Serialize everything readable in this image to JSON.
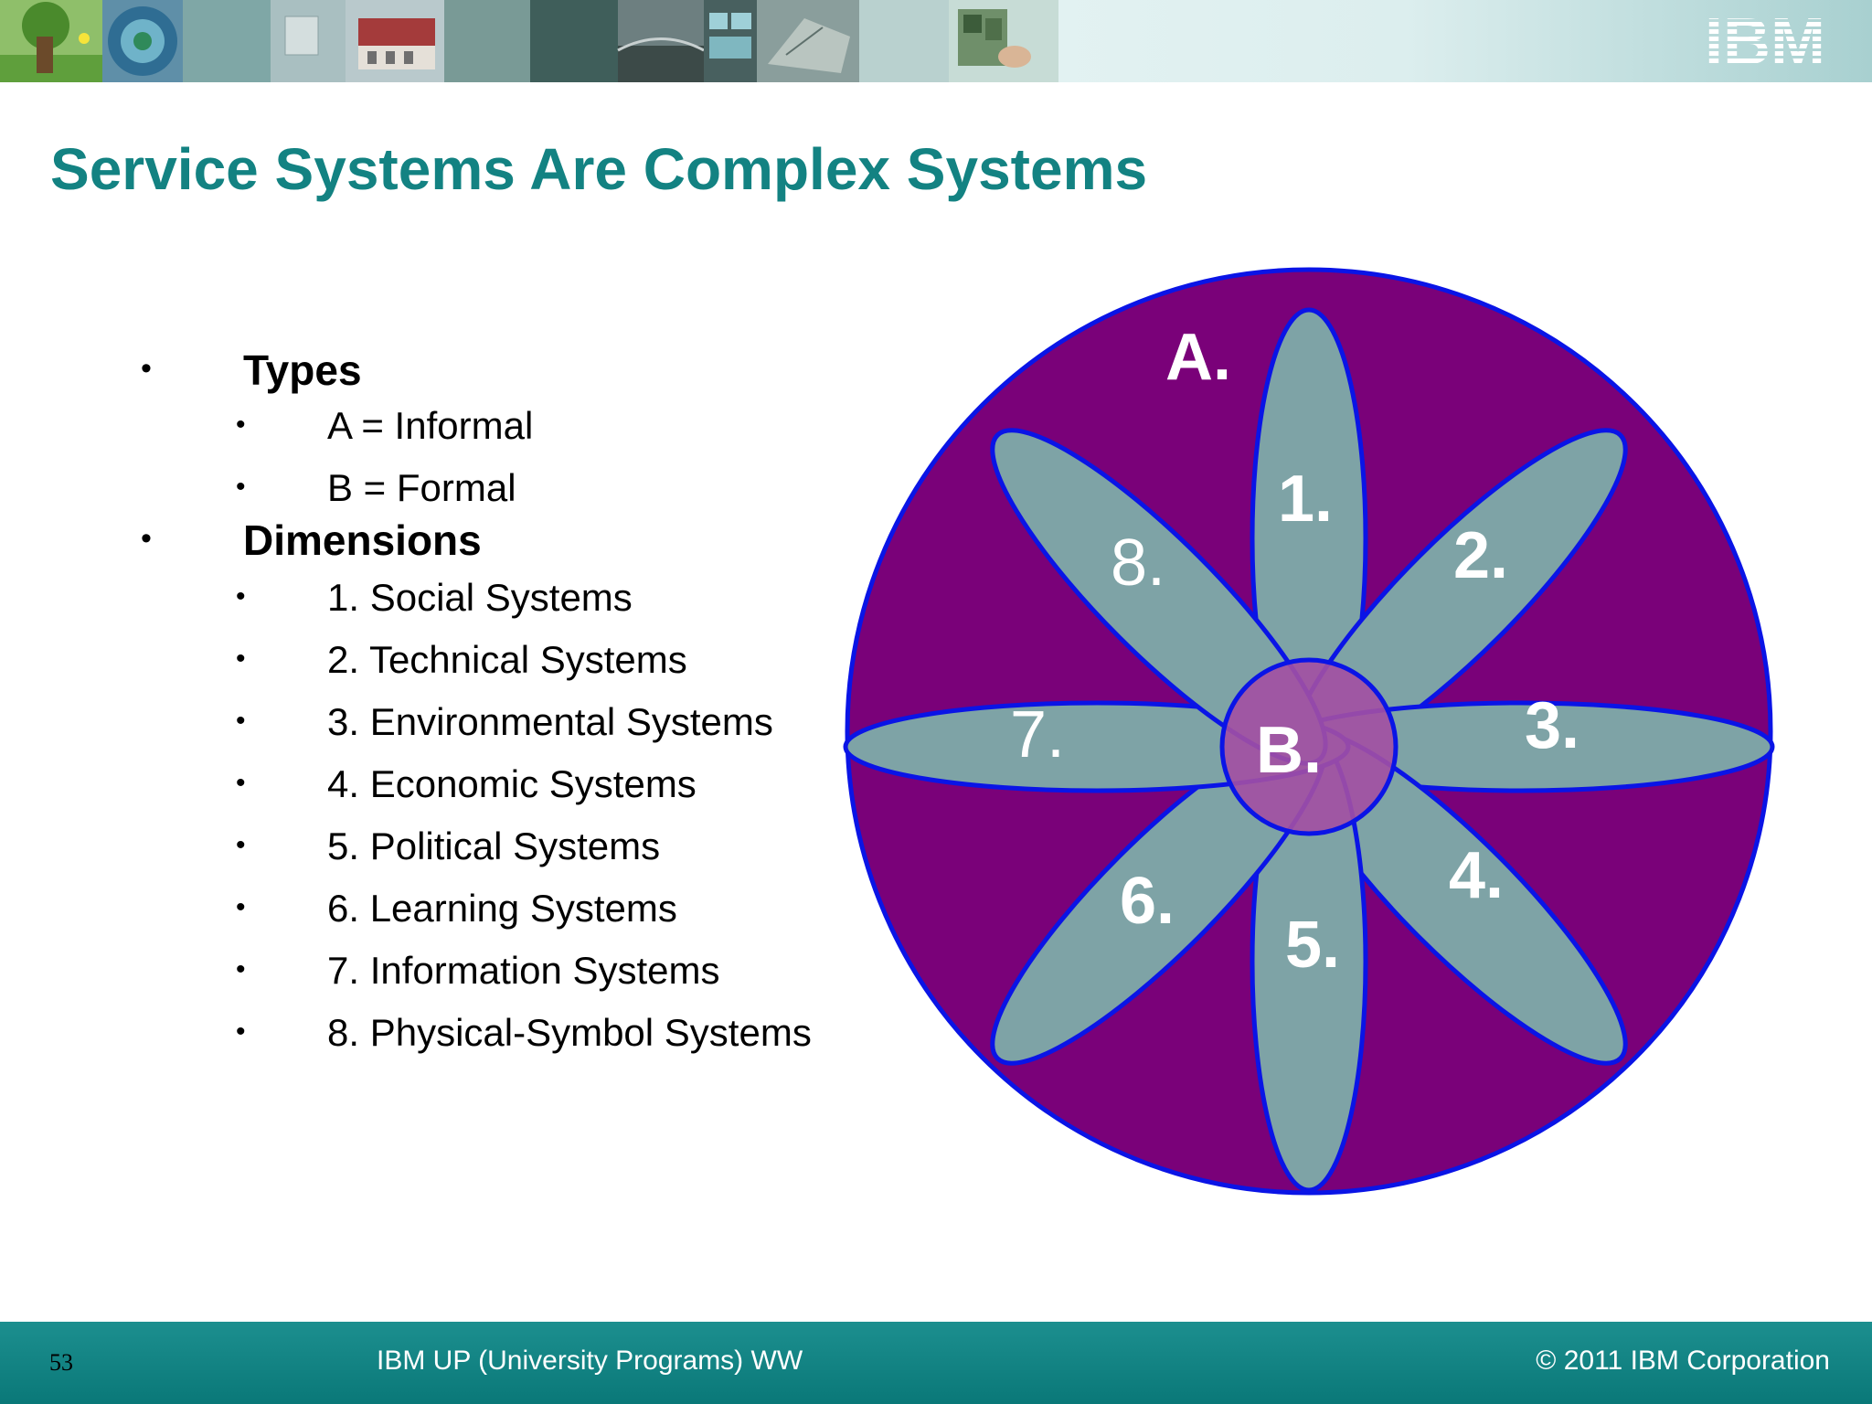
{
  "header": {
    "logo_text": "IBM",
    "photo_strip": [
      "tree-photo",
      "circle-diagram-photo",
      "teal-tile",
      "switch-photo",
      "building-photo",
      "gray-tile",
      "dark-tile",
      "bridge-photo",
      "screens-photo",
      "map-photo",
      "light-tile",
      "hand-photo"
    ]
  },
  "slide": {
    "title": "Service Systems Are Complex Systems"
  },
  "bullets": {
    "types_heading": "Types",
    "types": [
      "A = Informal",
      "B = Formal"
    ],
    "dimensions_heading": "Dimensions",
    "dimensions": [
      "1. Social Systems",
      "2. Technical Systems",
      "3. Environmental Systems",
      "4. Economic Systems",
      "5. Political Systems",
      "6. Learning Systems",
      "7. Information Systems",
      "8. Physical-Symbol Systems"
    ],
    "bullet_char": "•"
  },
  "diagram": {
    "outer_label": "A.",
    "center_label": "B.",
    "petal_labels": [
      "1.",
      "2.",
      "3.",
      "4.",
      "5.",
      "6.",
      "7.",
      "8."
    ],
    "colors": {
      "outer_fill": "#7a0179",
      "outline": "#0a14e6",
      "petal_fill": "#7ea3a6",
      "center_fill": "#a34fa3",
      "label": "#ffffff"
    }
  },
  "footer": {
    "page_number": "53",
    "center_text": "IBM UP (University Programs) WW",
    "copyright": "© 2011 IBM Corporation"
  }
}
